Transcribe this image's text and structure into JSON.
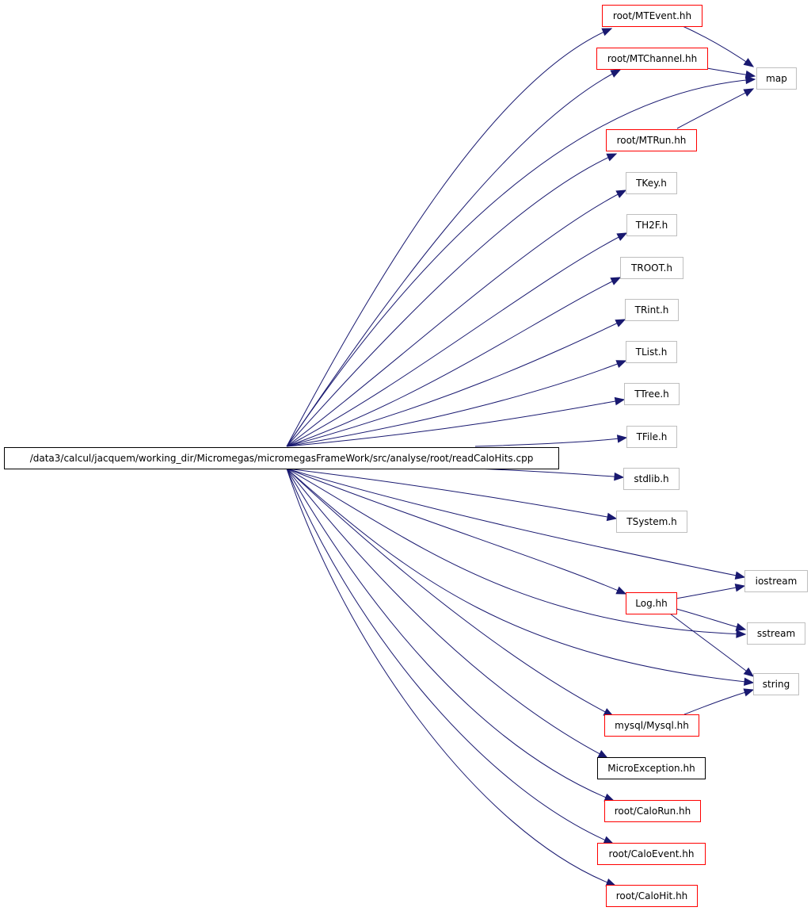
{
  "diagram": {
    "colors": {
      "edge": "#191970",
      "root_fill": "#bfbfbf",
      "root_border": "#000000",
      "red_border": "#ff0000",
      "gray_border": "#bfbfbf",
      "black_border": "#000000"
    },
    "root": {
      "id": "root",
      "label": "/data3/calcul/jacquem/working_dir/Micromegas/micromegasFrameWork/src/analyse/root/readCaloHits.cpp"
    },
    "nodes": [
      {
        "id": "MTEvent",
        "label": "root/MTEvent.hh",
        "border": "red"
      },
      {
        "id": "MTChannel",
        "label": "root/MTChannel.hh",
        "border": "red"
      },
      {
        "id": "map",
        "label": "map",
        "border": "gray"
      },
      {
        "id": "MTRun",
        "label": "root/MTRun.hh",
        "border": "red"
      },
      {
        "id": "TKey",
        "label": "TKey.h",
        "border": "gray"
      },
      {
        "id": "TH2F",
        "label": "TH2F.h",
        "border": "gray"
      },
      {
        "id": "TROOT",
        "label": "TROOT.h",
        "border": "gray"
      },
      {
        "id": "TRint",
        "label": "TRint.h",
        "border": "gray"
      },
      {
        "id": "TList",
        "label": "TList.h",
        "border": "gray"
      },
      {
        "id": "TTree",
        "label": "TTree.h",
        "border": "gray"
      },
      {
        "id": "TFile",
        "label": "TFile.h",
        "border": "gray"
      },
      {
        "id": "stdlib",
        "label": "stdlib.h",
        "border": "gray"
      },
      {
        "id": "TSystem",
        "label": "TSystem.h",
        "border": "gray"
      },
      {
        "id": "iostream",
        "label": "iostream",
        "border": "gray"
      },
      {
        "id": "Log",
        "label": "Log.hh",
        "border": "red"
      },
      {
        "id": "sstream",
        "label": "sstream",
        "border": "gray"
      },
      {
        "id": "string",
        "label": "string",
        "border": "gray"
      },
      {
        "id": "Mysql",
        "label": "mysql/Mysql.hh",
        "border": "red"
      },
      {
        "id": "MicroException",
        "label": "MicroException.hh",
        "border": "black"
      },
      {
        "id": "CaloRun",
        "label": "root/CaloRun.hh",
        "border": "red"
      },
      {
        "id": "CaloEvent",
        "label": "root/CaloEvent.hh",
        "border": "red"
      },
      {
        "id": "CaloHit",
        "label": "root/CaloHit.hh",
        "border": "red"
      }
    ],
    "edges": [
      [
        "root",
        "MTEvent"
      ],
      [
        "root",
        "MTChannel"
      ],
      [
        "root",
        "map"
      ],
      [
        "root",
        "MTRun"
      ],
      [
        "root",
        "TKey"
      ],
      [
        "root",
        "TH2F"
      ],
      [
        "root",
        "TROOT"
      ],
      [
        "root",
        "TRint"
      ],
      [
        "root",
        "TList"
      ],
      [
        "root",
        "TTree"
      ],
      [
        "root",
        "TFile"
      ],
      [
        "root",
        "stdlib"
      ],
      [
        "root",
        "TSystem"
      ],
      [
        "root",
        "iostream"
      ],
      [
        "root",
        "Log"
      ],
      [
        "root",
        "sstream"
      ],
      [
        "root",
        "string"
      ],
      [
        "root",
        "Mysql"
      ],
      [
        "root",
        "MicroException"
      ],
      [
        "root",
        "CaloRun"
      ],
      [
        "root",
        "CaloEvent"
      ],
      [
        "root",
        "CaloHit"
      ],
      [
        "MTEvent",
        "map"
      ],
      [
        "MTChannel",
        "map"
      ],
      [
        "MTRun",
        "map"
      ],
      [
        "Log",
        "iostream"
      ],
      [
        "Log",
        "sstream"
      ],
      [
        "Log",
        "string"
      ],
      [
        "Mysql",
        "string"
      ]
    ]
  }
}
